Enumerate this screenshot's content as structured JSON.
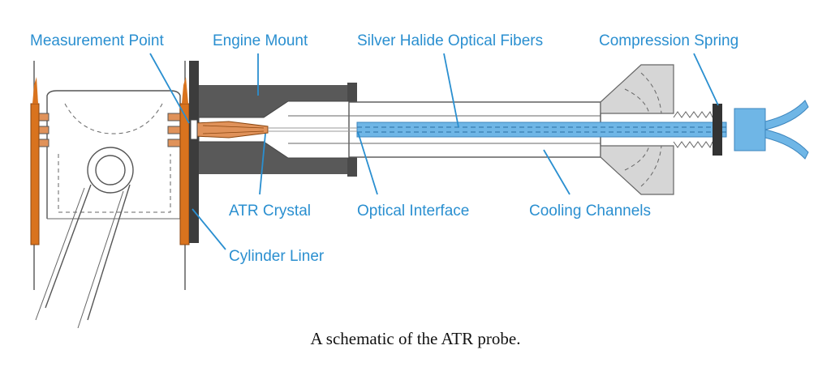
{
  "labels": {
    "measurement_point": "Measurement Point",
    "engine_mount": "Engine Mount",
    "silver_halide_fibers": "Silver Halide Optical Fibers",
    "compression_spring": "Compression Spring",
    "atr_crystal": "ATR Crystal",
    "optical_interface": "Optical Interface",
    "cooling_channels": "Cooling Channels",
    "cylinder_liner": "Cylinder Liner"
  },
  "caption": "A schematic of the ATR probe.",
  "colors": {
    "label_blue": "#2a8fd0",
    "liner_orange": "#d9731e",
    "mount_gray": "#595959",
    "housing_gray": "#d6d6d6",
    "fiber_blue": "#6fb6e6",
    "crystal_orange": "#e0925a"
  }
}
